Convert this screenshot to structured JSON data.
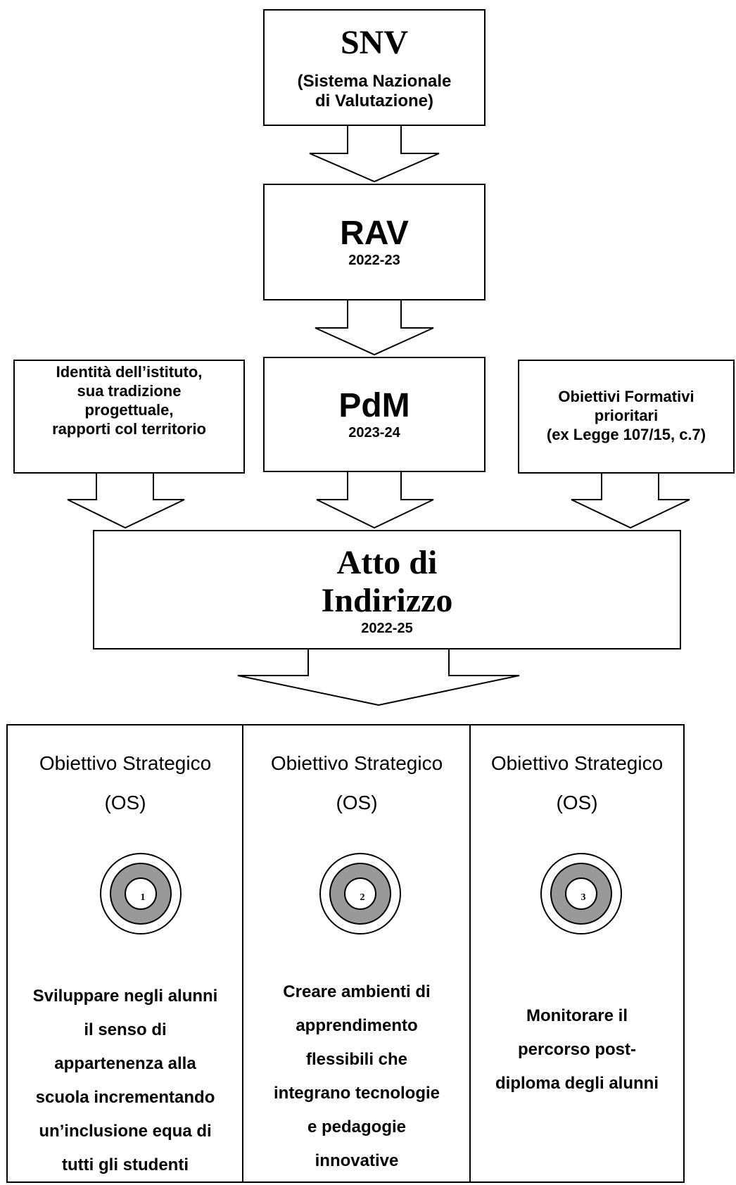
{
  "top": {
    "snv": {
      "title": "SNV",
      "line1": "(Sistema Nazionale",
      "line2": "di Valutazione)"
    },
    "rav": {
      "title": "RAV",
      "year": "2022-23"
    },
    "pdm": {
      "title": "PdM",
      "year": "2023-24"
    },
    "identity": {
      "line1": "Identità dell’istituto,",
      "line2": "sua tradizione",
      "line3": "progettuale,",
      "line4": "rapporti col territorio"
    },
    "obiettivi": {
      "line1": "Obiettivi Formativi",
      "line2": "prioritari",
      "line3": "(ex Legge 107/15, c.7)"
    },
    "atto": {
      "line1": "Atto di",
      "line2": "Indirizzo",
      "year": "2022-25"
    }
  },
  "columns": [
    {
      "title": "Obiettivo Strategico",
      "abbr": "(OS)",
      "number": "1",
      "desc": [
        "Sviluppare negli alunni",
        "il senso di",
        "appartenenza alla",
        "scuola incrementando",
        "un’inclusione equa di",
        "tutti gli studenti"
      ]
    },
    {
      "title": "Obiettivo Strategico",
      "abbr": "(OS)",
      "number": "2",
      "desc": [
        "Creare ambienti di",
        "apprendimento",
        "flessibili che",
        "integrano tecnologie",
        "e pedagogie",
        "innovative"
      ]
    },
    {
      "title": "Obiettivo Strategico",
      "abbr": "(OS)",
      "number": "3",
      "desc": [
        "Monitorare il",
        "percorso post-",
        "diploma degli alunni"
      ]
    }
  ],
  "colors": {
    "stroke": "#000000",
    "ring_fill": "#999999",
    "background": "#ffffff"
  }
}
